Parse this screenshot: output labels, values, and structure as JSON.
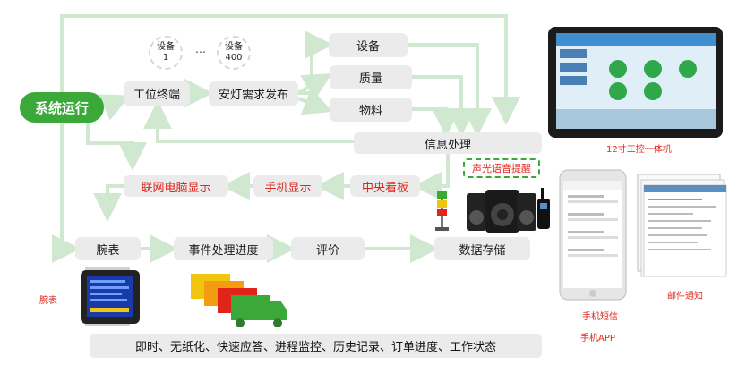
{
  "nodes": {
    "start": "系统运行",
    "workstation": "工位终端",
    "andon_publish": "安灯需求发布",
    "equipment": "设备",
    "quality": "质量",
    "material": "物料",
    "info_processing": "信息处理",
    "network_pc": "联网电脑显示",
    "phone_display": "手机显示",
    "central_board": "中央看板",
    "wristband": "腕表",
    "event_progress": "事件处理进度",
    "evaluation": "评价",
    "data_storage": "数据存储"
  },
  "devices": [
    {
      "label": "设备",
      "num": "1"
    },
    {
      "label": "设备",
      "num": "400"
    }
  ],
  "ellipsis": "…",
  "sound_light_alert": "声光语音提醒",
  "captions": {
    "industrial_pc": "12寸工控一体机",
    "wristband": "腕表",
    "sms": "手机短信",
    "app": "手机APP",
    "email": "邮件通知"
  },
  "bottom_bar": "即时、无纸化、快速应答、进程监控、历史记录、订单进度、工作状态",
  "colors": {
    "accent": "#3aa93a",
    "line": "#cfe8cf",
    "box": "#ebebeb",
    "red_text": "#e0241a"
  }
}
